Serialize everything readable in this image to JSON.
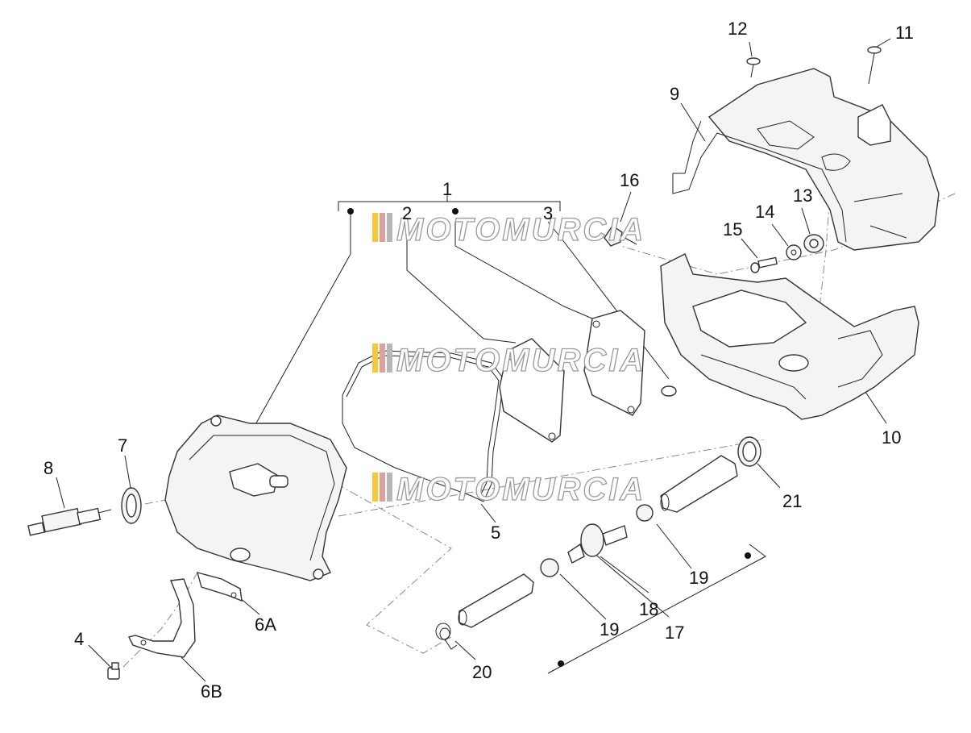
{
  "callouts": {
    "c1": "1",
    "c2": "2",
    "c3": "3",
    "c4": "4",
    "c5": "5",
    "c6a": "6A",
    "c6b": "6B",
    "c7": "7",
    "c8": "8",
    "c9": "9",
    "c10": "10",
    "c11": "11",
    "c12": "12",
    "c13": "13",
    "c14": "14",
    "c15": "15",
    "c16": "16",
    "c17": "17",
    "c18": "18",
    "c19a": "19",
    "c19b": "19",
    "c20": "20",
    "c21": "21"
  },
  "watermark": {
    "text": "MOTOMURCIA",
    "stripe_colors": [
      "#f2c744",
      "#e0a0a0",
      "#b7b7b7"
    ]
  }
}
